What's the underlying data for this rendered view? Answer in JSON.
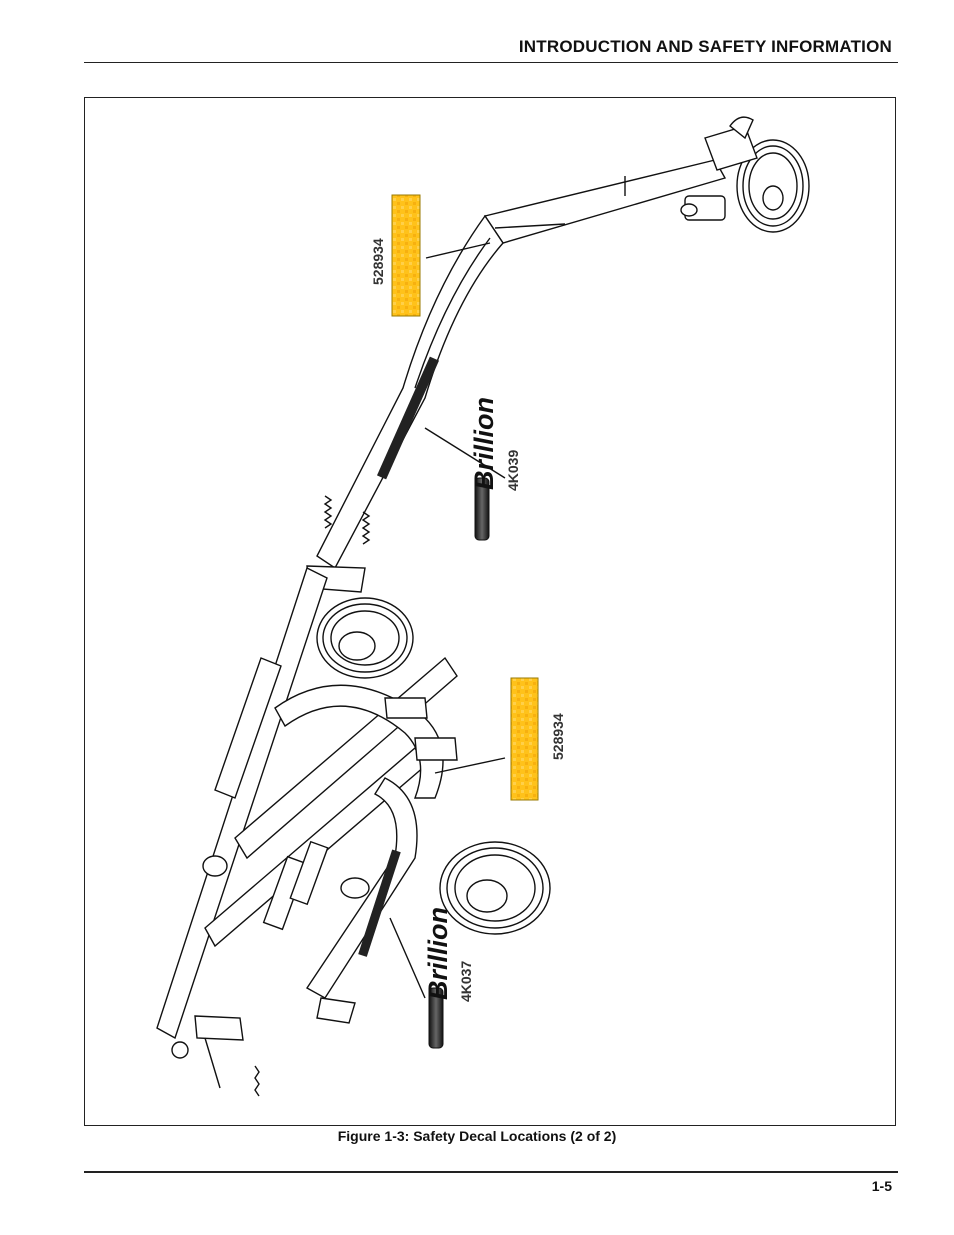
{
  "header": {
    "title": "INTRODUCTION AND SAFETY INFORMATION"
  },
  "figure": {
    "caption": "Figure 1-3:  Safety Decal Locations (2 of 2)",
    "decals": [
      {
        "part_number": "528934",
        "color": "#FFC21A"
      },
      {
        "part_number": "4K039",
        "logo_text": "Brillion"
      },
      {
        "part_number": "528934",
        "color": "#FFC21A"
      },
      {
        "part_number": "4K037",
        "logo_text": "Brillion"
      }
    ]
  },
  "footer": {
    "page_number": "1-5"
  }
}
